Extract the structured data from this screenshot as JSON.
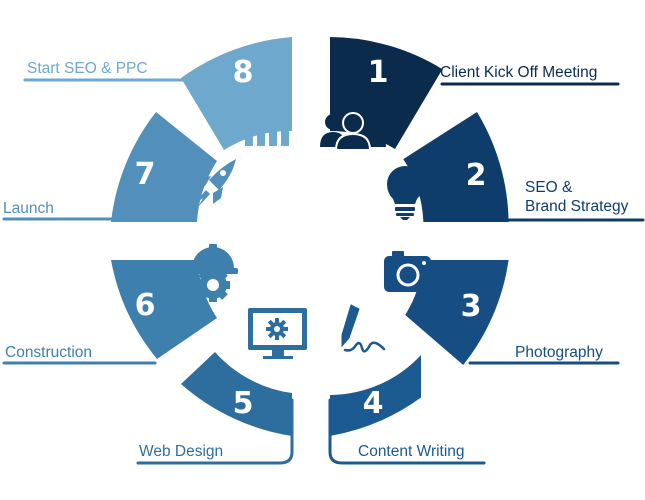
{
  "colors": {
    "s1": "#0b2b4c",
    "s2": "#0f3d6b",
    "s3": "#164d82",
    "s4": "#1c5a92",
    "s5": "#2e6e9f",
    "s6": "#3d7fad",
    "s7": "#528fbb",
    "s8": "#6ea8cd"
  },
  "steps": [
    {
      "number": "1",
      "label_lines": [
        "Client Kick Off Meeting"
      ],
      "icon": "team-icon"
    },
    {
      "number": "2",
      "label_lines": [
        "SEO &",
        "Brand Strategy"
      ],
      "icon": "lightbulb-icon"
    },
    {
      "number": "3",
      "label_lines": [
        "Photography"
      ],
      "icon": "camera-icon"
    },
    {
      "number": "4",
      "label_lines": [
        "Content Writing"
      ],
      "icon": "pen-icon"
    },
    {
      "number": "5",
      "label_lines": [
        "Web Design"
      ],
      "icon": "monitor-gear-icon"
    },
    {
      "number": "6",
      "label_lines": [
        "Construction"
      ],
      "icon": "hardhat-gear-icon"
    },
    {
      "number": "7",
      "label_lines": [
        "Launch"
      ],
      "icon": "rocket-icon"
    },
    {
      "number": "8",
      "label_lines": [
        "Start SEO & PPC"
      ],
      "icon": "growth-chart-icon"
    }
  ]
}
